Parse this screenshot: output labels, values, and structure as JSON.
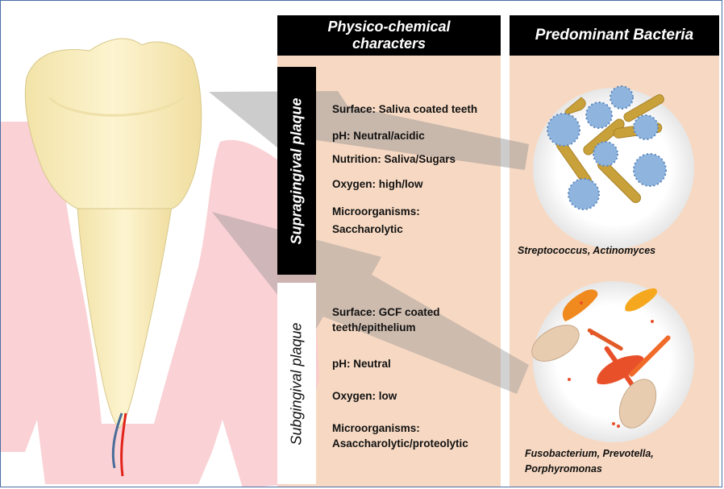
{
  "headers": {
    "physico": "Physico-chemical characters",
    "bacteria": "Predominant Bacteria"
  },
  "supragingival": {
    "label": "Supragingival plaque",
    "surface": "Surface: Saliva coated teeth",
    "ph": "pH: Neutral/acidic",
    "nutrition": "Nutrition: Saliva/Sugars",
    "oxygen": "Oxygen: high/low",
    "microorganisms_line1": "Microorganisms:",
    "microorganisms_line2": "Saccharolytic",
    "bacteria_caption": "Streptococcus, Actinomyces"
  },
  "subgingival": {
    "label": "Subgingival plaque",
    "surface_line1": "Surface: GCF coated",
    "surface_line2": "teeth/epithelium",
    "ph": "pH: Neutral",
    "oxygen": "Oxygen: low",
    "microorganisms_line1": "Microorganisms:",
    "microorganisms_line2": "Asaccharolytic/proteolytic",
    "bacteria_caption_line1": "Fusobacterium, Prevotella,",
    "bacteria_caption_line2": "Porphyromonas"
  },
  "colors": {
    "panel": "#f7d9c3",
    "header": "#000000",
    "supra_label_bg": "#000000",
    "sub_label_bg": "#ffffff",
    "gum": "#f9c9ce",
    "tooth": "#fbefc4",
    "arrow": "#9a9a9a",
    "cocci": "#7ea7d4",
    "rods_supra": "#c9a13a",
    "rods_sub": "#e8502a"
  }
}
